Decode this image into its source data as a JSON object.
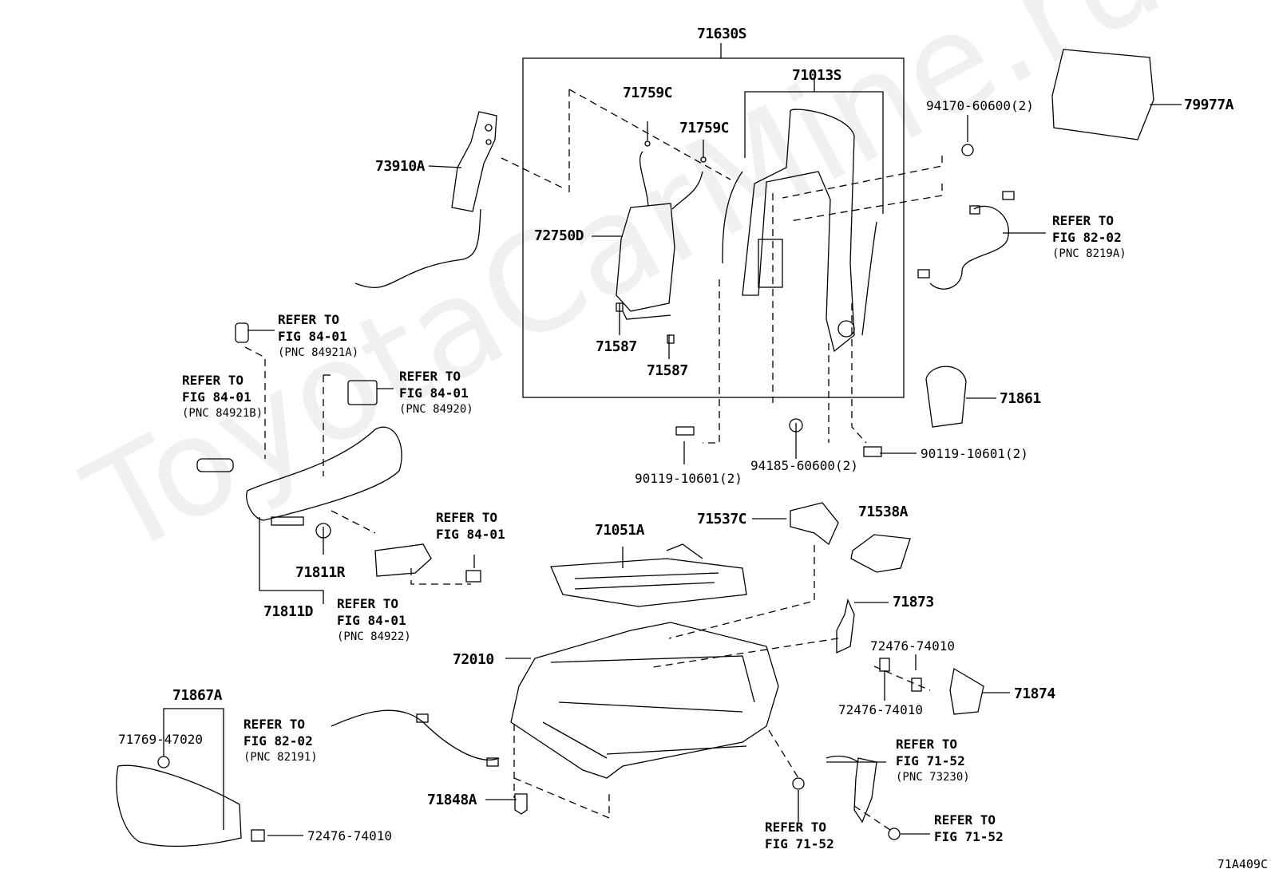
{
  "watermark": "ToyotaCarMine.ru",
  "figure_code": "71A409C",
  "parts": {
    "p71630S": "71630S",
    "p71013S": "71013S",
    "p71759C_a": "71759C",
    "p71759C_b": "71759C",
    "p72750D": "72750D",
    "p71587_a": "71587",
    "p71587_b": "71587",
    "p73910A": "73910A",
    "p79977A": "79977A",
    "p94170": "94170-60600(2)",
    "p71861": "71861",
    "p90119_a": "90119-10601(2)",
    "p94185": "94185-60600(2)",
    "p90119_b": "90119-10601(2)",
    "p71811R": "71811R",
    "p71811D": "71811D",
    "p71051A": "71051A",
    "p71537C": "71537C",
    "p71538A": "71538A",
    "p71873": "71873",
    "p72476_a": "72476-74010",
    "p72476_b": "72476-74010",
    "p71874": "71874",
    "p72010": "72010",
    "p71867A": "71867A",
    "p71769": "71769-47020",
    "p71848A": "71848A",
    "p72476_c": "72476-74010"
  },
  "refs": {
    "r8202_top": {
      "line1": "REFER TO",
      "line2": "FIG 82-02",
      "pnc": "(PNC 8219A)"
    },
    "r84921A": {
      "line1": "REFER TO",
      "line2": "FIG 84-01",
      "pnc": "(PNC 84921A)"
    },
    "r84921B": {
      "line1": "REFER TO",
      "line2": "FIG 84-01",
      "pnc": "(PNC 84921B)"
    },
    "r84920": {
      "line1": "REFER TO",
      "line2": "FIG 84-01",
      "pnc": "(PNC 84920)"
    },
    "r8401_bolt": {
      "line1": "REFER TO",
      "line2": "FIG 84-01"
    },
    "r84922": {
      "line1": "REFER TO",
      "line2": "FIG 84-01",
      "pnc": "(PNC 84922)"
    },
    "r82191": {
      "line1": "REFER TO",
      "line2": "FIG 82-02",
      "pnc": "(PNC 82191)"
    },
    "r73230": {
      "line1": "REFER TO",
      "line2": "FIG 71-52",
      "pnc": "(PNC 73230)"
    },
    "r7152_a": {
      "line1": "REFER TO",
      "line2": "FIG 71-52"
    },
    "r7152_b": {
      "line1": "REFER TO",
      "line2": "FIG 71-52"
    }
  }
}
